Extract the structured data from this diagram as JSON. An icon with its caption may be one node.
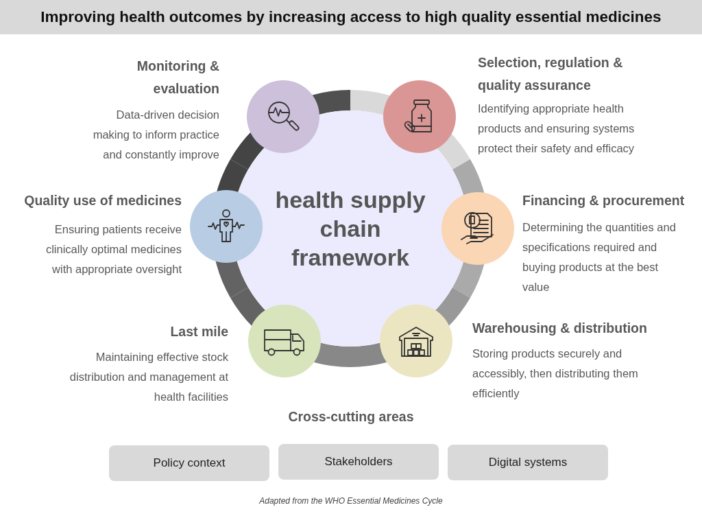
{
  "diagram": {
    "title": "Improving health outcomes by increasing access to high quality essential medicines",
    "caption": "Adapted from the WHO Essential Medicines Cycle",
    "nodes": [
      {
        "text": [
          "health supply chain framework"
        ]
      },
      {
        "text": [
          "Monitoring & evaluation",
          "Data-driven decision making to inform practice and constantly improve"
        ]
      },
      {
        "text": [
          "Selection, regulation & quality assurance",
          "Identifying appropriate health products and ensuring systems protect their safety and efficacy"
        ]
      },
      {
        "text": [
          "Quality use of medicines",
          "Ensuring patients receive clinically optimal medicines with appropriate oversight"
        ]
      },
      {
        "text": [
          "Financing & procurement",
          "Determining the quantities and specifications required and buying products at the best value"
        ]
      },
      {
        "text": [
          "Last mile",
          "Maintaining effective stock distribution and management at health facilities"
        ]
      },
      {
        "text": [
          "Warehousing & distribution",
          "Storing products securely and accessibly, then distributing them efficiently"
        ]
      },
      {
        "text": [
          "Policy context"
        ]
      },
      {
        "text": [
          "Stakeholders"
        ]
      },
      {
        "text": [
          "Digital systems"
        ]
      }
    ],
    "labels": [
      "Cross-cutting areas"
    ]
  }
}
